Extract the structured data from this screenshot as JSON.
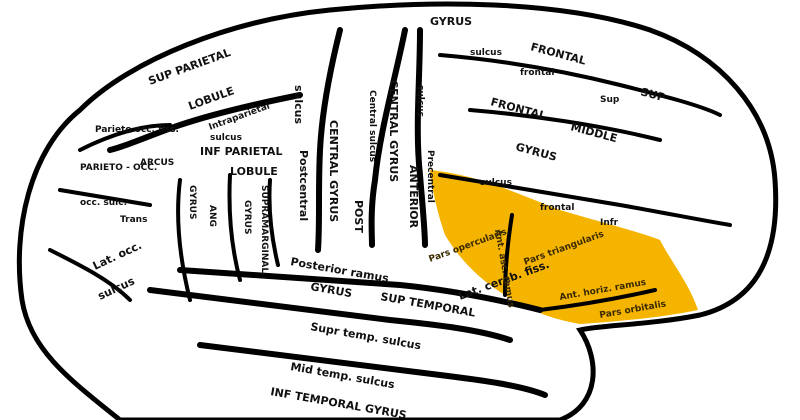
{
  "highlight_color": "#f5b400",
  "labels": {
    "sup_parietal": "SUP PARIETAL",
    "lobule": "LOBULE",
    "intraparietal": "Intraparietal",
    "parieto_occ_fiss": "Parieto occ. fiss.",
    "arcus": "ARCUS",
    "parieto_occ": "PARIETO - OCC.",
    "occ_sulc": "occ. sulc.",
    "trans": "Trans",
    "inf_parietal": "INF PARIETAL",
    "inf_parietal_lobule": "LOBULE",
    "sulcus_intrapar": "sulcus",
    "postcentral": "Postcentral",
    "post_sulcus": "sulcus",
    "post": "POST",
    "central_gyrus_post": "CENTRAL GYRUS",
    "central_gyrus_ant": "CENTRAL GYRUS",
    "anterior": "ANTERIOR",
    "central_sulcus": "Central sulcus",
    "precentral": "Precentral",
    "sulcus_pre": "sulcus",
    "gyrus_top": "GYRUS",
    "frontal_top": "FRONTAL",
    "sup": "SUP",
    "sulcus_sup": "sulcus",
    "frontal_sup": "frontal",
    "sup_small": "Sup",
    "frontal_mid1": "FRONTAL",
    "middle": "MIDDLE",
    "gyrus_mid": "GYRUS",
    "sulcus_inf": "sulcus",
    "frontal_inf": "frontal",
    "infr": "Infr",
    "angular_gyrus": "GYRUS",
    "supramarginal": "SUPRAMARGINAL",
    "gyrus_supra": "GYRUS",
    "ang": "ANG",
    "lat_occ": "Lat. occ.",
    "lat_occ_sulcus": "sulcus",
    "posterior_ramus": "Posterior ramus",
    "sup_temporal_gyrus": "SUP TEMPORAL",
    "gyrus_st": "GYRUS",
    "lat_cereb_fiss": "Lat. cereb. fiss.",
    "sup_temp_sulcus": "Supr temp. sulcus",
    "mid_temp_sulcus": "Mid temp. sulcus",
    "inf_temporal_gyrus": "INF TEMPORAL GYRUS",
    "pars_opercularis": "Pars opercularis",
    "ant_asc_ramus": "Ant. asc. ramus",
    "pars_triangularis": "Pars triangularis",
    "ant_horiz_ramus": "Ant. horiz. ramus",
    "pars_orbitalis": "Pars orbitalis"
  }
}
